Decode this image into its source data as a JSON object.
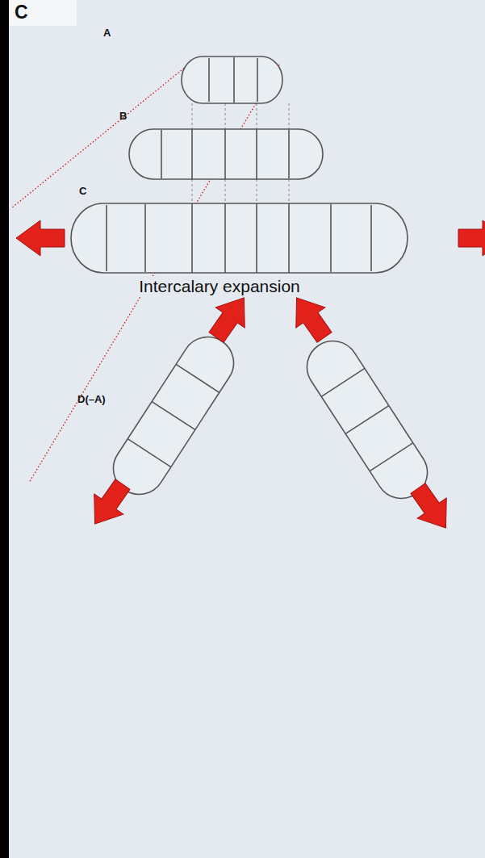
{
  "diagram": {
    "labels": [
      "C",
      "A",
      "B",
      "C",
      "Intercalary expansion",
      "D(–A)"
    ]
  }
}
